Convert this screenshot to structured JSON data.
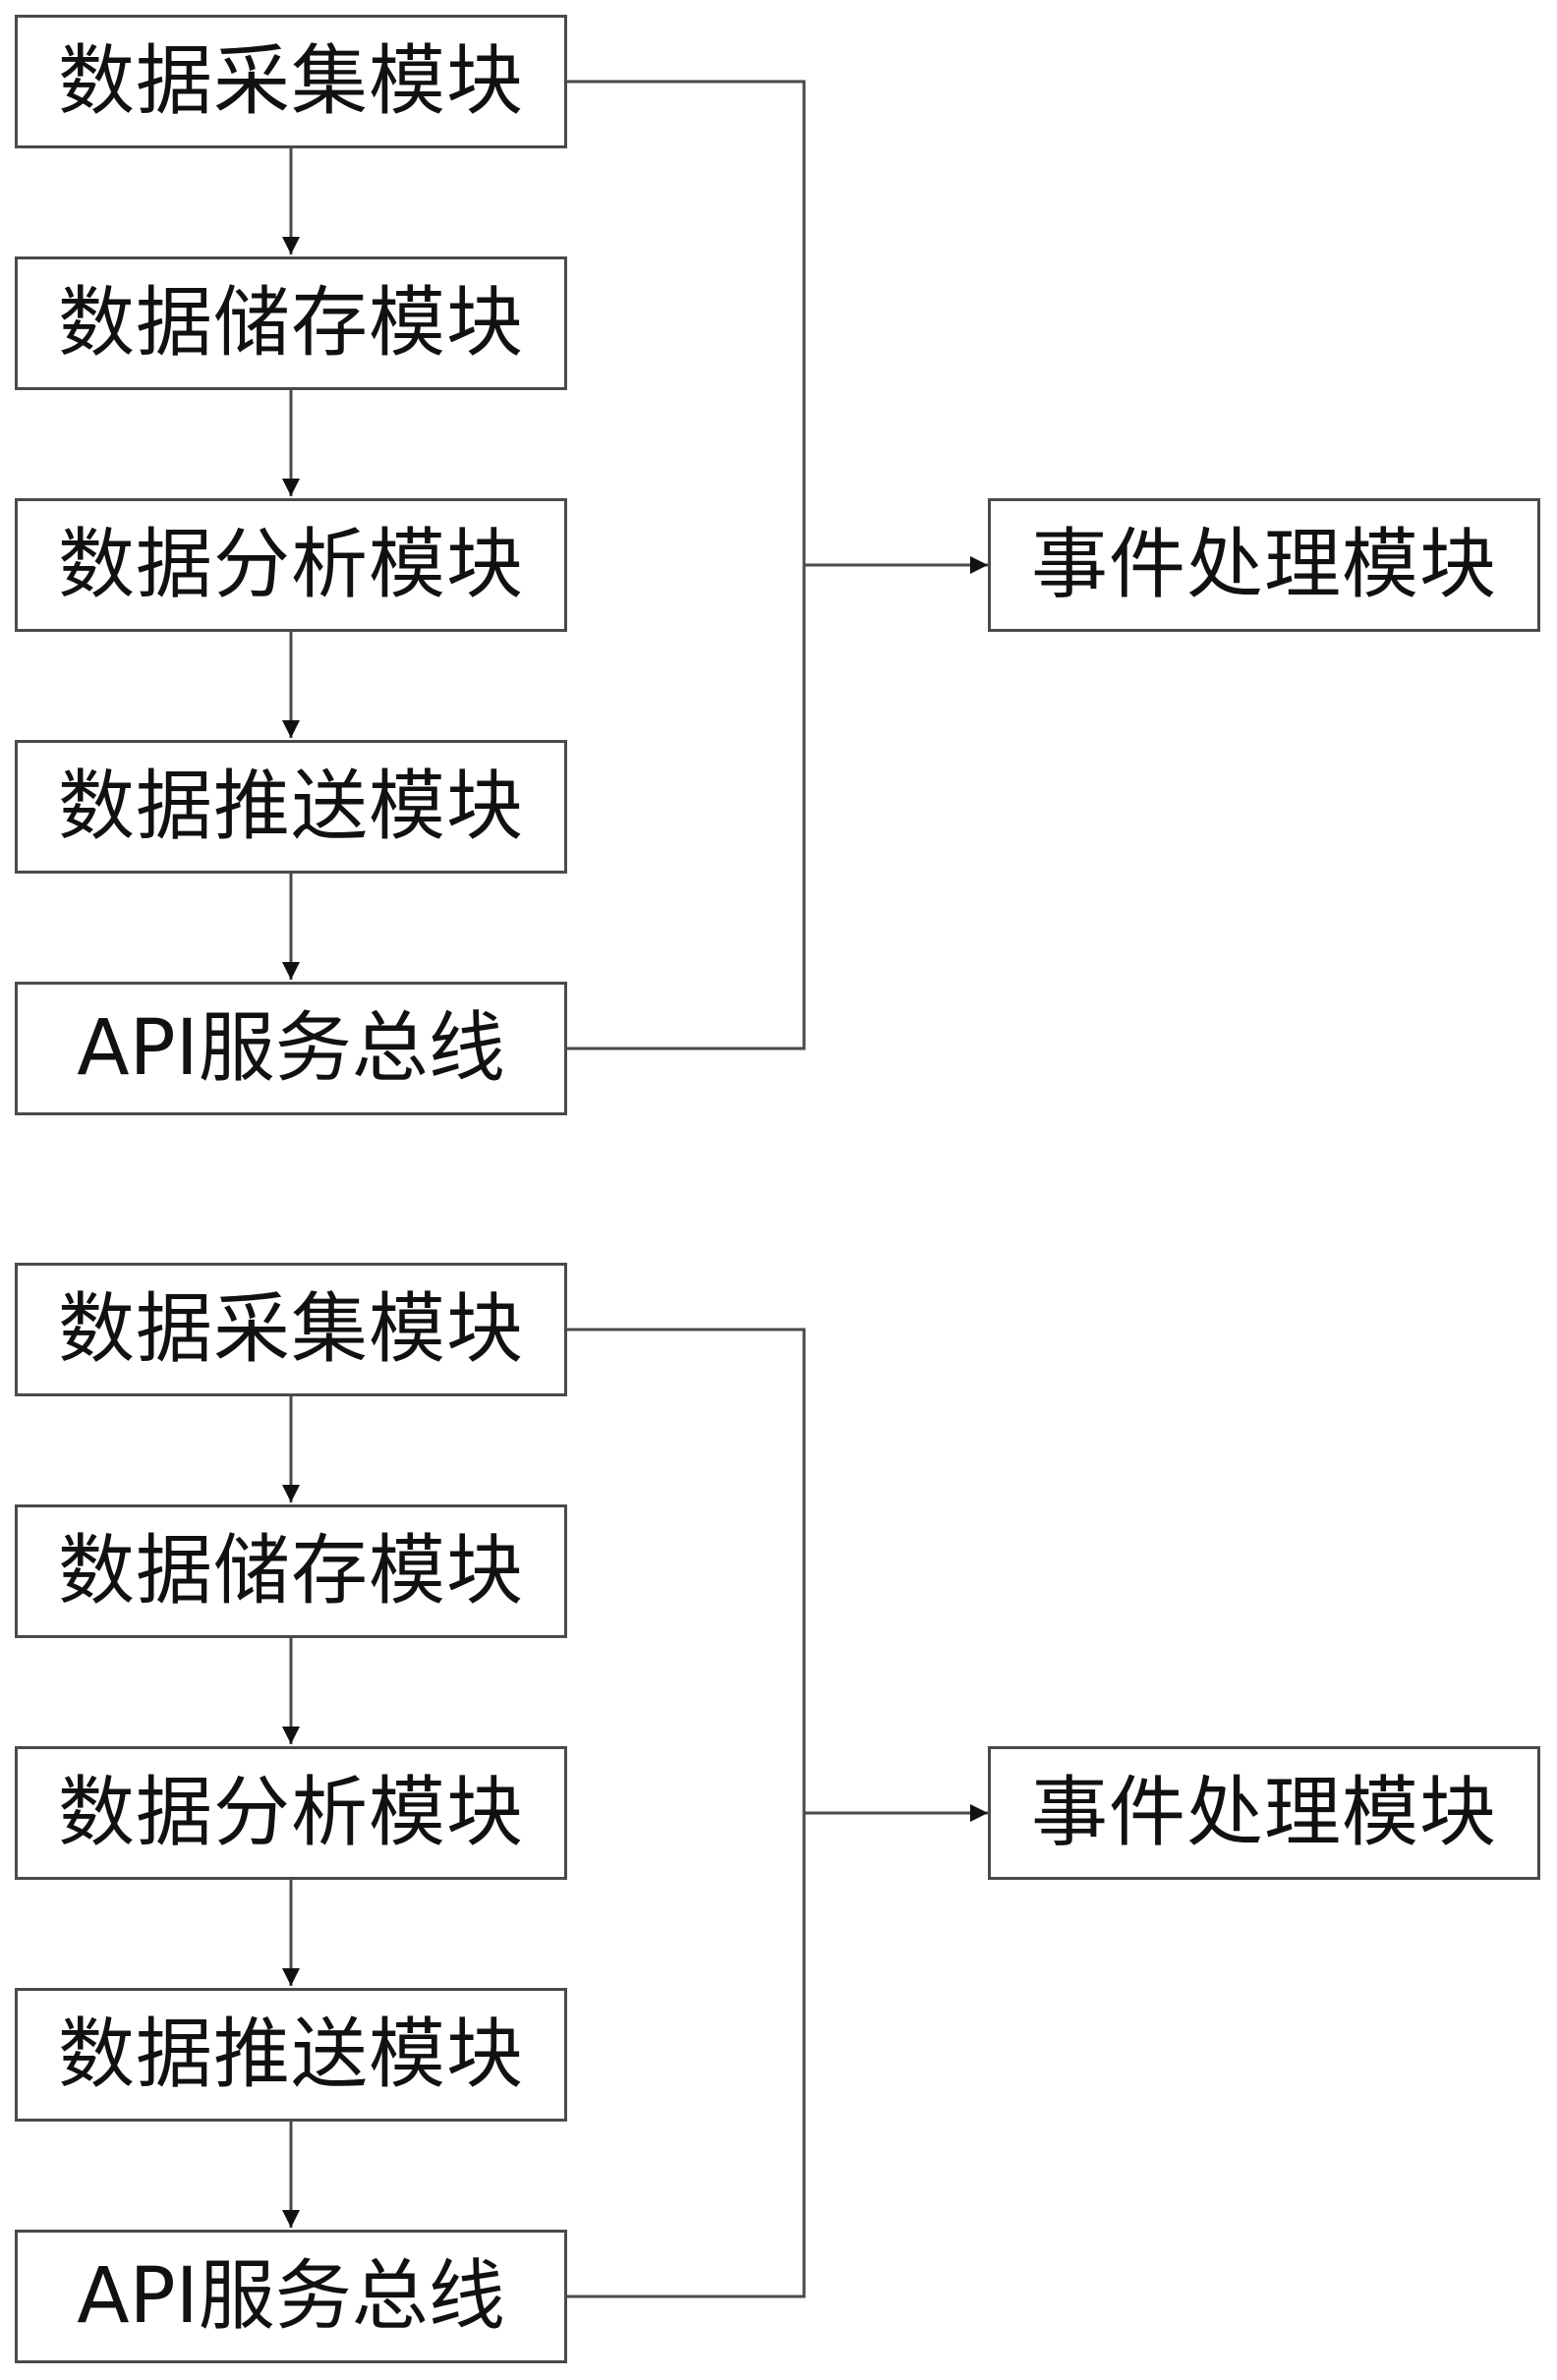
{
  "diagrams": [
    {
      "modules": [
        "数据采集模块",
        "数据储存模块",
        "数据分析模块",
        "数据推送模块",
        "API服务总线"
      ],
      "target": "事件处理模块"
    },
    {
      "modules": [
        "数据采集模块",
        "数据储存模块",
        "数据分析模块",
        "数据推送模块",
        "API服务总线"
      ],
      "target": "事件处理模块"
    }
  ],
  "colors": {
    "stroke": "#4a4a4a",
    "text": "#111111",
    "background": "#ffffff"
  }
}
